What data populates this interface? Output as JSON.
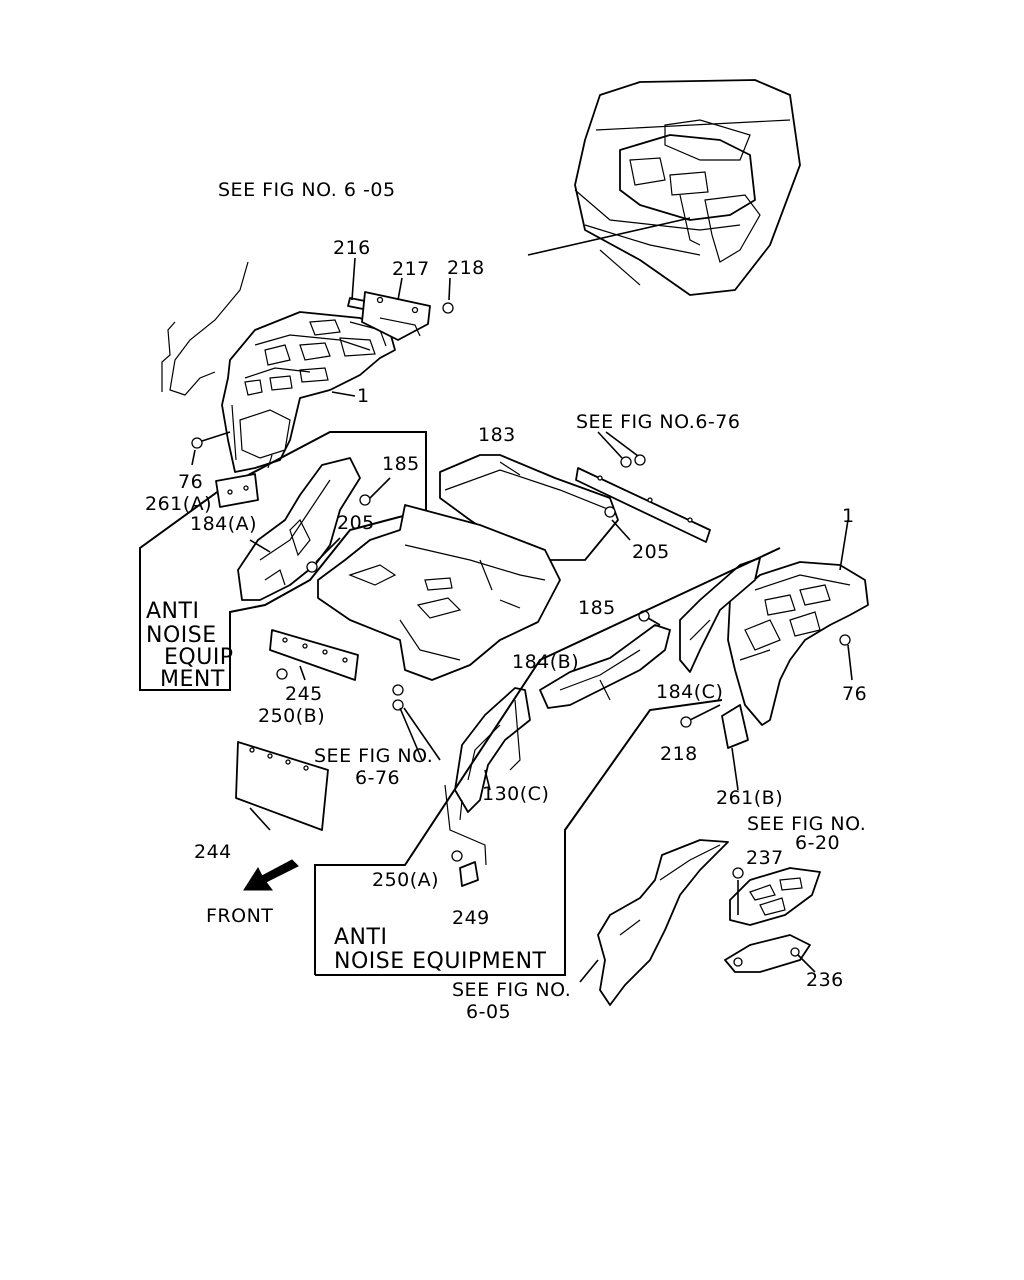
{
  "refs": {
    "fig_605_top": "SEE FIG NO. 6 -05",
    "fig_676_top": "SEE FIG NO.6-76",
    "fig_676_mid_1": "SEE FIG NO.",
    "fig_676_mid_2": "6-76",
    "fig_620_1": "SEE FIG NO.",
    "fig_620_2": "6-20",
    "fig_605_bot_1": "SEE FIG NO.",
    "fig_605_bot_2": "6-05"
  },
  "callouts": {
    "c216": "216",
    "c217": "217",
    "c218_top": "218",
    "c1_top": "1",
    "c76_left": "76",
    "c261a": "261(A)",
    "c184a": "184(A)",
    "c185_left": "185",
    "c205_left": "205",
    "c183": "183",
    "c205_right": "205",
    "c1_right": "1",
    "c185_mid": "185",
    "c184b": "184(B)",
    "c184c": "184(C)",
    "c76_right": "76",
    "c245": "245",
    "c250b": "250(B)",
    "c130c": "130(C)",
    "c218_bot": "218",
    "c261b": "261(B)",
    "c244": "244",
    "c250a": "250(A)",
    "c249": "249",
    "c237": "237",
    "c236": "236"
  },
  "boxes": {
    "anti_left_1": "ANTI",
    "anti_left_2": "NOISE",
    "anti_left_3": "EQUIP",
    "anti_left_4": "MENT",
    "anti_bottom_1": "ANTI",
    "anti_bottom_2": "NOISE EQUIPMENT"
  },
  "front_label": "FRONT",
  "icons": [
    "front-arrow-icon"
  ]
}
